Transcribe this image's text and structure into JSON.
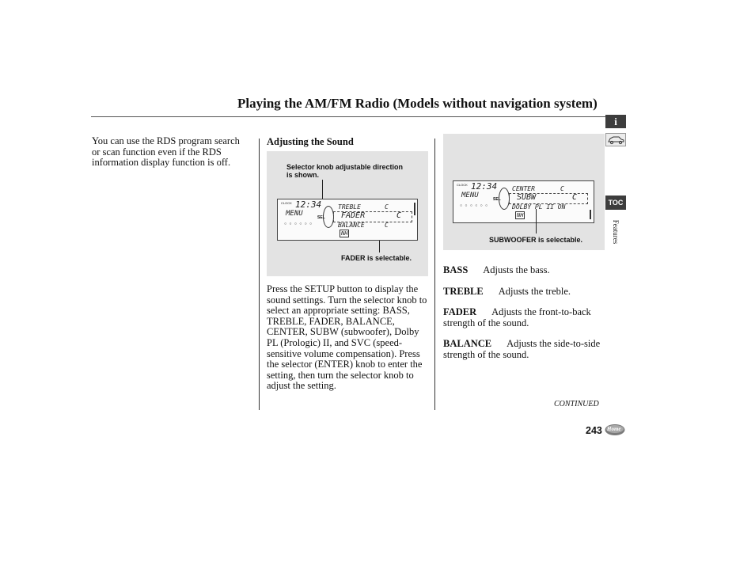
{
  "header": {
    "title": "Playing the AM/FM Radio (Models without navigation system)"
  },
  "left_column": {
    "paragraph": "You can use the RDS program search or scan function even if the RDS information display function is off."
  },
  "middle_column": {
    "heading": "Adjusting the Sound",
    "figure": {
      "callout_top": "Selector knob adjustable direction is shown.",
      "callout_bottom": "FADER is selectable.",
      "clock_label": "CLOCK",
      "time": "12:34",
      "menu": "MENU",
      "sel": "SEL",
      "line1": "TREBLE",
      "line1_val": "C",
      "line2": "FADER",
      "line2_val": "C",
      "line3": "BALANCE",
      "line3_val": "C",
      "presets": "○ ○ ○ ○ ○ ○",
      "nh": "NH"
    },
    "paragraph": "Press the SETUP button to display the sound settings. Turn the selector knob to select an appropriate setting: BASS, TREBLE, FADER, BALANCE, CENTER, SUBW (subwoofer), Dolby PL (Prologic) II, and SVC (speed-sensitive volume compensation). Press the selector (ENTER) knob to enter the setting, then turn the selector knob to adjust the setting."
  },
  "right_column": {
    "figure": {
      "callout": "SUBWOOFER is selectable.",
      "clock_label": "CLOCK",
      "time": "12:34",
      "menu": "MENU",
      "sel": "SEL",
      "line1": "CENTER",
      "line1_val": "C",
      "line2": "SUBW",
      "line2_val": "C",
      "line3": "DOLBY PL II ON",
      "presets": "○ ○ ○ ○ ○ ○",
      "nh": "NH"
    },
    "terms": [
      {
        "term": "BASS",
        "desc": "Adjusts the bass."
      },
      {
        "term": "TREBLE",
        "desc": "Adjusts the treble."
      },
      {
        "term": "FADER",
        "desc": "Adjusts the front-to-back strength of the sound."
      },
      {
        "term": "BALANCE",
        "desc": "Adjusts the side-to-side strength of the sound."
      }
    ],
    "continued": "CONTINUED"
  },
  "footer": {
    "page_number": "243",
    "home_label": "Home"
  },
  "sidebar": {
    "info_icon": "i",
    "toc_label": "TOC",
    "section_label": "Features"
  }
}
